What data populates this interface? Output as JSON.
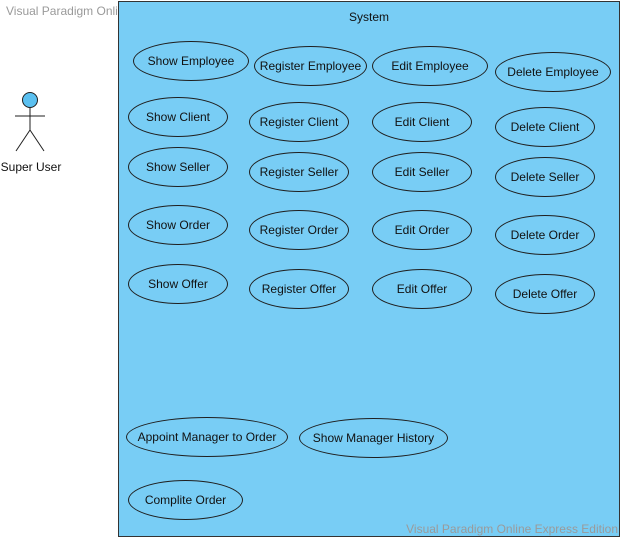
{
  "watermark": "Visual Paradigm Online Express Edition",
  "system": {
    "title": "System"
  },
  "actor": {
    "label": "Super User"
  },
  "use_cases": {
    "show_employee": "Show Employee",
    "register_employee": "Register Employee",
    "edit_employee": "Edit Employee",
    "delete_employee": "Delete Employee",
    "show_client": "Show Client",
    "register_client": "Register Client",
    "edit_client": "Edit Client",
    "delete_client": "Delete Client",
    "show_seller": "Show Seller",
    "register_seller": "Register Seller",
    "edit_seller": "Edit Seller",
    "delete_seller": "Delete Seller",
    "show_order": "Show Order",
    "register_order": "Register Order",
    "edit_order": "Edit Order",
    "delete_order": "Delete Order",
    "show_offer": "Show Offer",
    "register_offer": "Register Offer",
    "edit_offer": "Edit Offer",
    "delete_offer": "Delete Offer",
    "appoint_manager": "Appoint Manager to Order",
    "show_manager_history": "Show Manager History",
    "complete_order": "Complite Order"
  },
  "colors": {
    "system_fill": "#78cdf5",
    "actor_head": "#5bc0f0",
    "stroke": "#1f1f1f"
  }
}
